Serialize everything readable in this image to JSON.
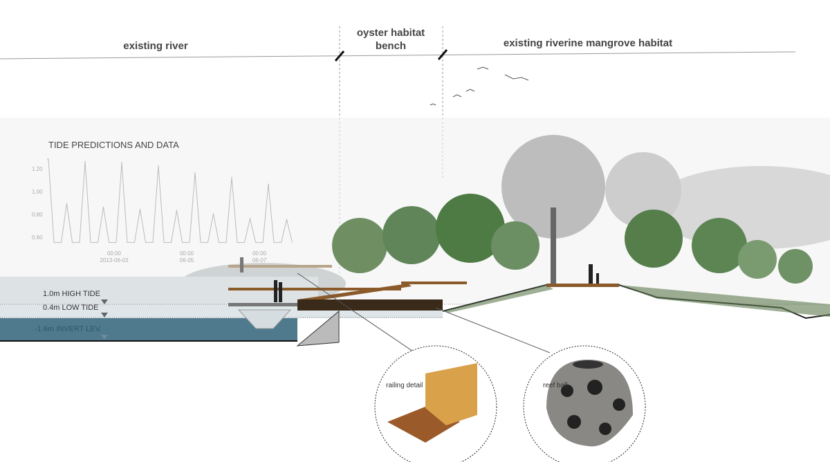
{
  "zones": {
    "river": "existing river",
    "oyster_line1": "oyster habitat",
    "oyster_line2": "bench",
    "mangrove": "existing riverine mangrove habitat"
  },
  "levels": {
    "high": "1.0m HIGH TIDE",
    "low": "0.4m LOW TIDE",
    "invert": "-1.6m INVERT LEV."
  },
  "details": {
    "railing": "railing detail",
    "reef": "reef ball"
  },
  "colors": {
    "water": "#4f7a8e",
    "deck": "#8a5a2b",
    "tree": "#4e7a44"
  },
  "chart_data": {
    "type": "line",
    "title": "TIDE PREDICTIONS AND DATA",
    "ylabel": "",
    "xlabel": "",
    "ylim": [
      0.55,
      1.32
    ],
    "yticks": [
      "1.20",
      "1.00",
      "0.80",
      "0.60"
    ],
    "ytick_values": [
      1.2,
      1.0,
      0.8,
      0.6
    ],
    "xticks": [
      {
        "time": "00:00",
        "date": "2013-06-03"
      },
      {
        "time": "00:00",
        "date": "06-05"
      },
      {
        "time": "00:00",
        "date": "06-07"
      }
    ],
    "trough": 0.56,
    "peaks": [
      1.29,
      0.9,
      1.27,
      0.87,
      1.26,
      0.85,
      1.23,
      0.84,
      1.17,
      0.81,
      1.13,
      0.77,
      1.07,
      0.76
    ]
  }
}
